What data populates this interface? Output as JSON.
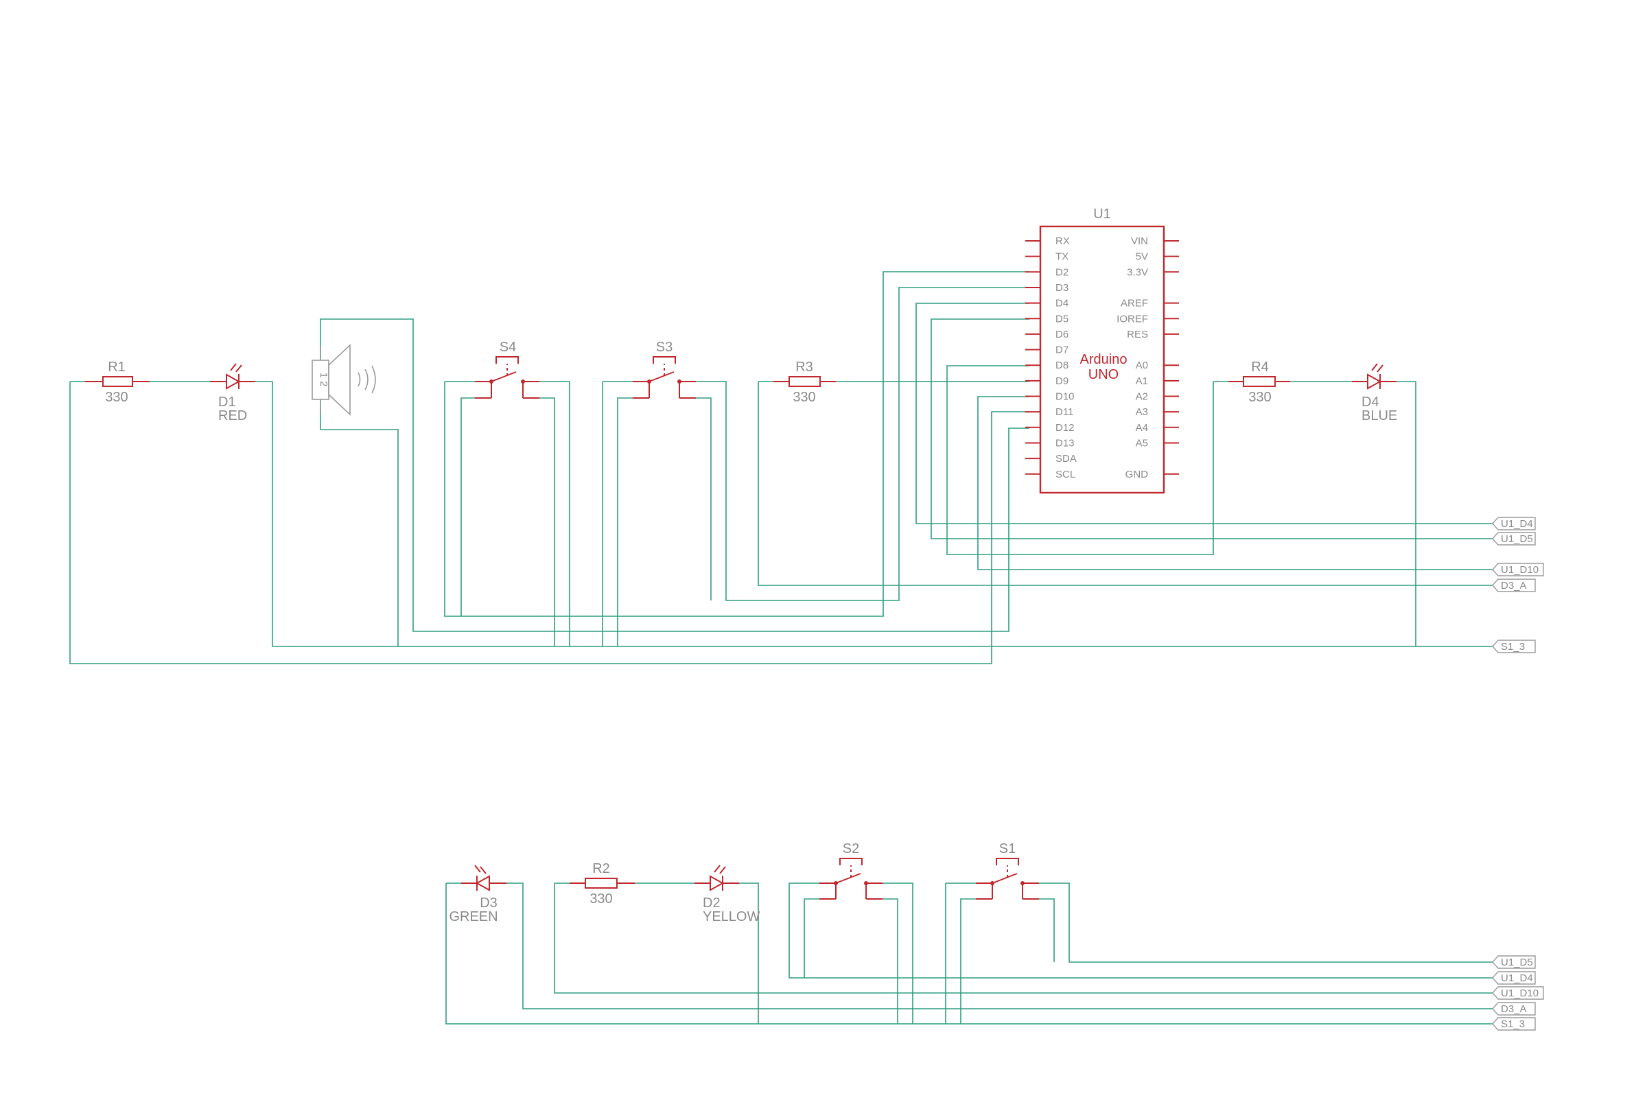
{
  "colors": {
    "wire": "#2e9e80",
    "symbol": "#c0282d",
    "label": "#8a8a8a"
  },
  "u1": {
    "ref": "U1",
    "name_line1": "Arduino",
    "name_line2": "UNO",
    "left_pins": [
      "RX",
      "TX",
      "D2",
      "D3",
      "D4",
      "D5",
      "D6",
      "D7",
      "D8",
      "D9",
      "D10",
      "D11",
      "D12",
      "D13",
      "SDA",
      "SCL"
    ],
    "right_pins": [
      "VIN",
      "5V",
      "3.3V",
      "",
      "AREF",
      "IOREF",
      "RES",
      "",
      "A0",
      "A1",
      "A2",
      "A3",
      "A4",
      "A5",
      "",
      "GND"
    ]
  },
  "components": {
    "r1": {
      "ref": "R1",
      "value": "330"
    },
    "r2": {
      "ref": "R2",
      "value": "330"
    },
    "r3": {
      "ref": "R3",
      "value": "330"
    },
    "r4": {
      "ref": "R4",
      "value": "330"
    },
    "d1": {
      "ref": "D1",
      "value": "RED"
    },
    "d2": {
      "ref": "D2",
      "value": "YELLOW"
    },
    "d3": {
      "ref": "D3",
      "value": "GREEN"
    },
    "d4": {
      "ref": "D4",
      "value": "BLUE"
    },
    "s1": {
      "ref": "S1"
    },
    "s2": {
      "ref": "S2"
    },
    "s3": {
      "ref": "S3"
    },
    "s4": {
      "ref": "S4"
    },
    "speaker": {
      "pin_label": "1 2"
    }
  },
  "ports_top": [
    "U1_D4",
    "U1_D5",
    "U1_D10",
    "D3_A",
    "S1_3"
  ],
  "ports_bottom": [
    "U1_D5",
    "U1_D4",
    "U1_D10",
    "D3_A",
    "S1_3"
  ]
}
